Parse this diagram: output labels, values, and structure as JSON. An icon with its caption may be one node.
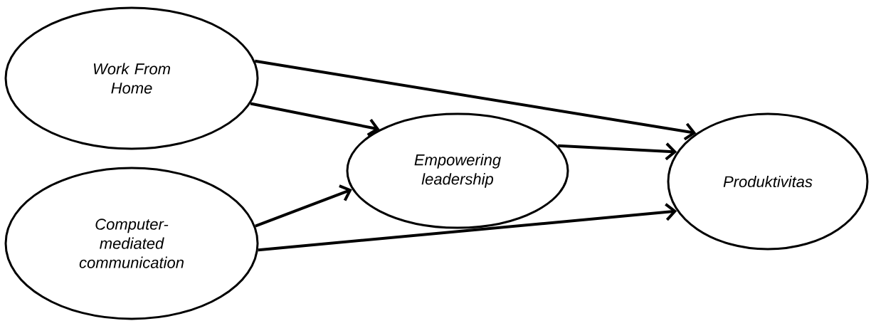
{
  "diagram": {
    "nodes": [
      {
        "text": [
          "Work From Home"
        ]
      },
      {
        "text": [
          "Computer-mediated communication"
        ]
      },
      {
        "text": [
          "Empowering leadership"
        ]
      },
      {
        "text": [
          "Produktivitas"
        ]
      }
    ],
    "edges": [
      {
        "from": 0,
        "to": 3,
        "arrow": "to"
      },
      {
        "from": 0,
        "to": 2,
        "arrow": "to"
      },
      {
        "from": 1,
        "to": 2,
        "arrow": "to"
      },
      {
        "from": 1,
        "to": 3,
        "arrow": "to"
      },
      {
        "from": 2,
        "to": 3,
        "arrow": "to"
      }
    ]
  }
}
